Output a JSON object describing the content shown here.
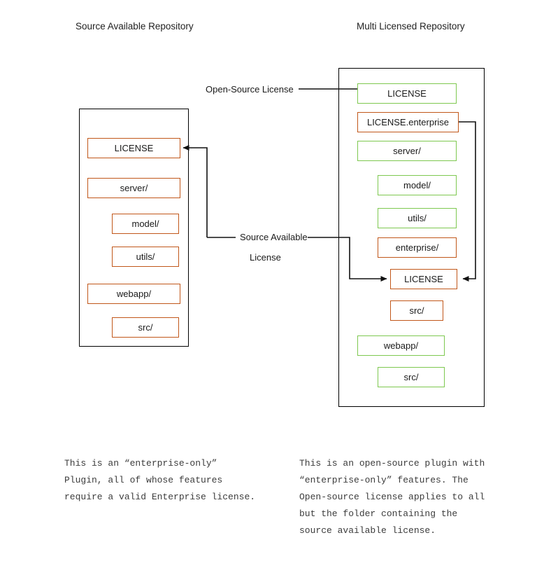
{
  "diagram": {
    "title_left": "Source Available Repository",
    "title_right": "Multi Licensed Repository",
    "colors": {
      "orange": "#c1571a",
      "green": "#7ec850",
      "frame": "#000000",
      "text": "#1a1a1a",
      "caption_text": "#3c3c3c",
      "background": "#ffffff"
    },
    "connector_labels": {
      "open_source": "Open-Source License",
      "source_available_line1": "Source Available",
      "source_available_line2": "License"
    },
    "left_repo": {
      "name": "Source Available Repository",
      "nodes": [
        {
          "label": "LICENSE",
          "color": "orange",
          "indent": 0
        },
        {
          "label": "server/",
          "color": "orange",
          "indent": 0
        },
        {
          "label": "model/",
          "color": "orange",
          "indent": 1
        },
        {
          "label": "utils/",
          "color": "orange",
          "indent": 1
        },
        {
          "label": "webapp/",
          "color": "orange",
          "indent": 0
        },
        {
          "label": "src/",
          "color": "orange",
          "indent": 1
        }
      ]
    },
    "right_repo": {
      "name": "Multi Licensed Repository",
      "nodes": [
        {
          "label": "LICENSE",
          "color": "green",
          "indent": 0
        },
        {
          "label": "LICENSE.enterprise",
          "color": "orange",
          "indent": 0
        },
        {
          "label": "server/",
          "color": "green",
          "indent": 0
        },
        {
          "label": "model/",
          "color": "green",
          "indent": 1
        },
        {
          "label": "utils/",
          "color": "green",
          "indent": 1
        },
        {
          "label": "enterprise/",
          "color": "orange",
          "indent": 1
        },
        {
          "label": "LICENSE",
          "color": "orange",
          "indent": 1
        },
        {
          "label": "src/",
          "color": "orange",
          "indent": 1
        },
        {
          "label": "webapp/",
          "color": "green",
          "indent": 0
        },
        {
          "label": "src/",
          "color": "green",
          "indent": 1
        }
      ]
    },
    "captions": {
      "left": "This is an “enter​prise-only”\nPlugin, all of whose features\nrequire a valid Enterprise license.",
      "right": "This is an open-source plugin with\n“enter​prise-only” features. The\nOpen-source license applies to all\nbut the folder containing the\nsource available license."
    }
  }
}
